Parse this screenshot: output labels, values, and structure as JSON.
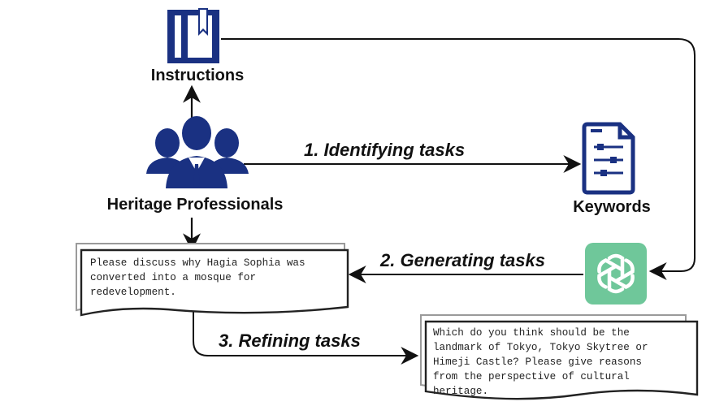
{
  "nodes": {
    "instructions": {
      "label": "Instructions",
      "icon": "book-icon"
    },
    "professionals": {
      "label": "Heritage Professionals",
      "icon": "people-group-icon"
    },
    "keywords": {
      "label": "Keywords",
      "icon": "document-list-icon"
    },
    "llm": {
      "icon": "openai-logo-icon"
    }
  },
  "steps": {
    "identifying": "1. Identifying tasks",
    "generating": "2. Generating tasks",
    "refining": "3. Refining tasks"
  },
  "documents": {
    "generated": {
      "lines": [
        "Please discuss why Hagia Sophia was",
        "converted into a mosque for",
        "redevelopment."
      ]
    },
    "refined": {
      "lines": [
        "Which do you think should be the",
        "landmark of Tokyo, Tokyo Skytree or",
        "Himeji Castle? Please give reasons",
        "from the perspective of cultural",
        "heritage."
      ]
    }
  },
  "colors": {
    "icon_blue": "#1a3182",
    "openai_green": "#6fc79a",
    "arrow": "#111111"
  }
}
